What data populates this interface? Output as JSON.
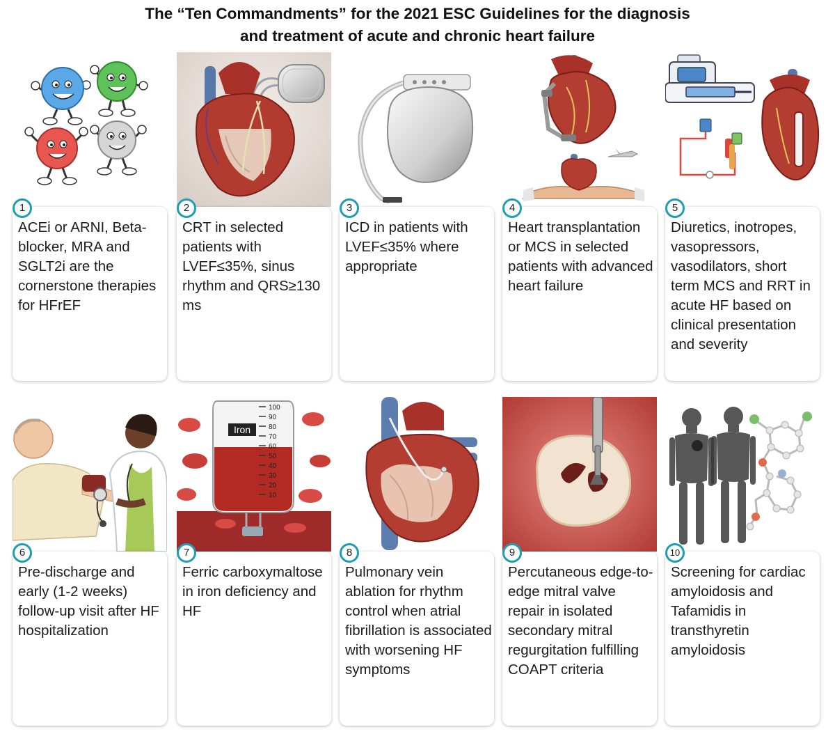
{
  "title": {
    "line1": "The “Ten Commandments” for the 2021 ESC Guidelines for the diagnosis",
    "line2": "and treatment of acute and chronic heart failure"
  },
  "accent_color": "#1e9db3",
  "items": [
    {
      "number": "1",
      "text": "ACEi or ARNI, Beta-blocker, MRA and SGLT2i are the cornerstone therapies for HFrEF",
      "icon": "smiling-pills-icon"
    },
    {
      "number": "2",
      "text": "CRT in selected patients with LVEF≤35%, sinus rhythm and QRS≥130 ms",
      "icon": "crt-device-heart-icon"
    },
    {
      "number": "3",
      "text": "ICD in patients with LVEF≤35% where appropriate",
      "icon": "icd-device-icon"
    },
    {
      "number": "4",
      "text": "Heart transplantation or MCS in selected patients with advanced heart failure",
      "icon": "heart-transplant-icon"
    },
    {
      "number": "5",
      "text": "Diuretics, inotropes, vasopressors, vasodilators, short term MCS and RRT in acute HF based on clinical presentation and severity",
      "icon": "infusion-pump-icon"
    },
    {
      "number": "6",
      "text": "Pre-discharge and early (1-2 weeks) follow-up visit after HF hospitalization",
      "icon": "blood-pressure-visit-icon"
    },
    {
      "number": "7",
      "text": "Ferric carboxymaltose in iron deficiency and HF",
      "icon": "iron-infusion-bag-icon",
      "bag_label": "Iron",
      "bag_scale": [
        "100",
        "90",
        "80",
        "70",
        "60",
        "50",
        "40",
        "30",
        "20",
        "10"
      ]
    },
    {
      "number": "8",
      "text": "Pulmonary vein ablation for rhythm control when atrial fibrillation is associated with worsening HF symptoms",
      "icon": "ablation-heart-icon"
    },
    {
      "number": "9",
      "text": "Percutaneous edge-to-edge mitral valve repair in isolated secondary mitral regurgitation fulfilling COAPT criteria",
      "icon": "mitral-clip-icon"
    },
    {
      "number": "10",
      "text": "Screening for cardiac amyloidosis and Tafamidis in transthyretin amyloidosis",
      "icon": "scintigraphy-molecule-icon"
    }
  ]
}
